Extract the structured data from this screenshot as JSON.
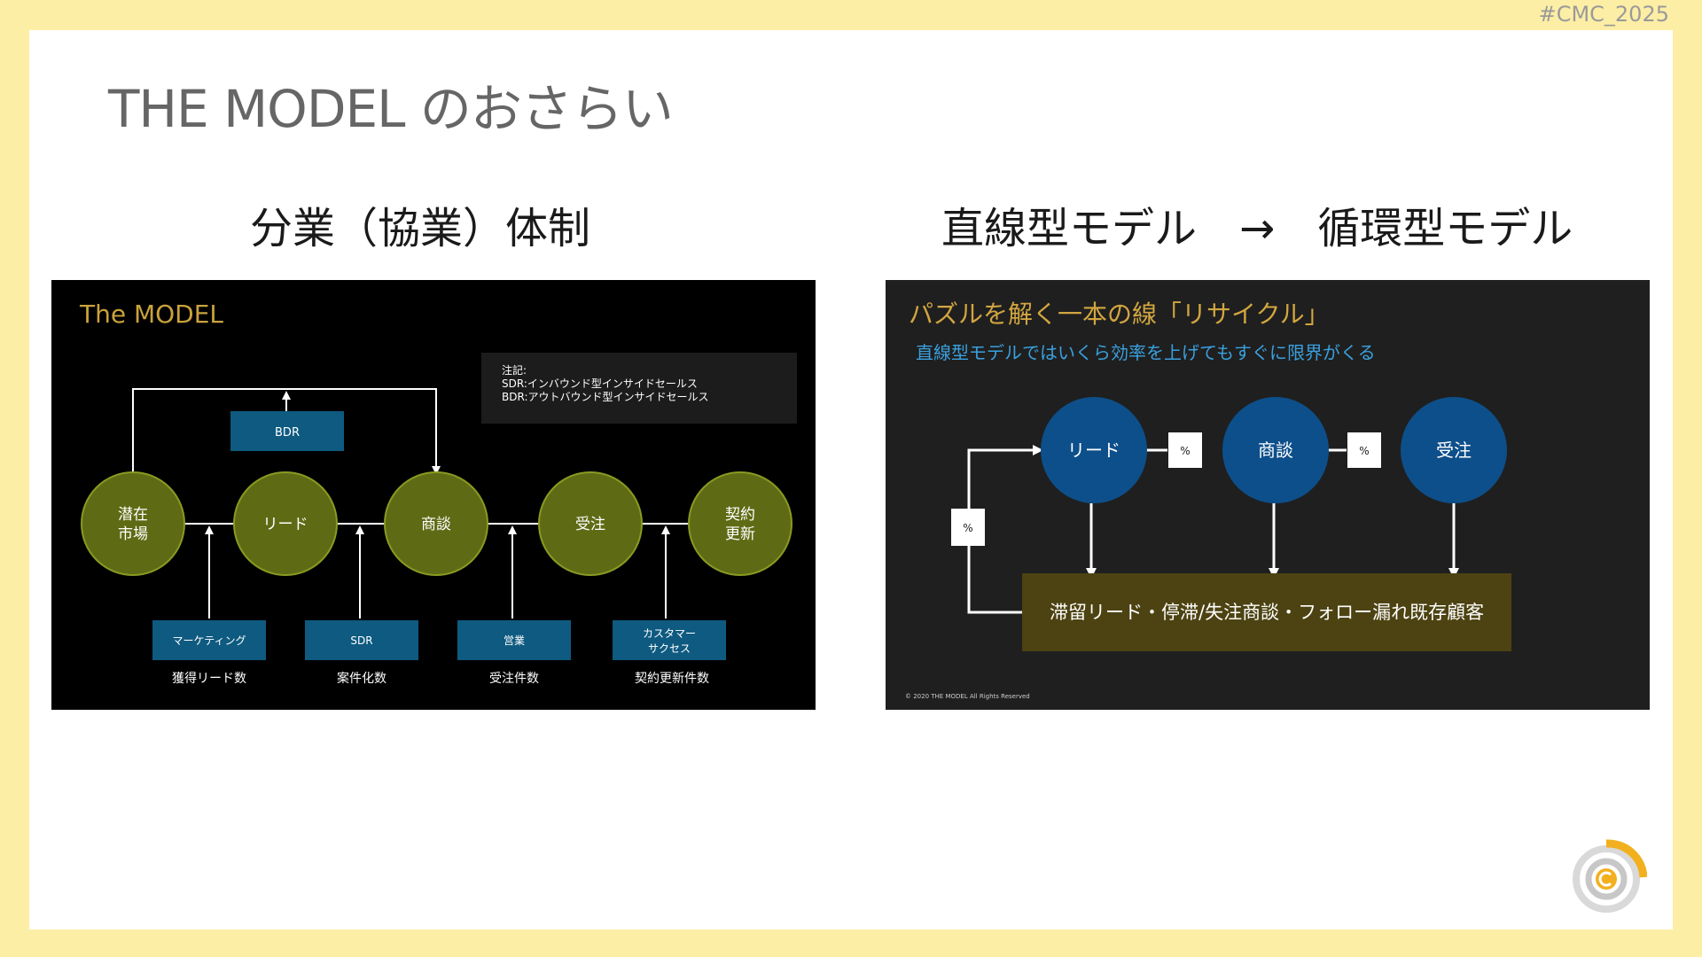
{
  "hashtag": "#CMC_2025",
  "slide_title": "THE MODEL のおさらい",
  "left_heading": "分業（協業）体制",
  "right_heading": "直線型モデル　→　循環型モデル",
  "left_diagram": {
    "title": "The MODEL",
    "note_lines": [
      "注記:",
      "SDR:インバウンド型インサイドセールス",
      "BDR:アウトバウンド型インサイドセールス"
    ],
    "bdr_label": "BDR",
    "stages": [
      {
        "line1": "潜在",
        "line2": "市場"
      },
      {
        "line1": "リード",
        "line2": ""
      },
      {
        "line1": "商談",
        "line2": ""
      },
      {
        "line1": "受注",
        "line2": ""
      },
      {
        "line1": "契約",
        "line2": "更新"
      }
    ],
    "teams": [
      {
        "line1": "マーケティング",
        "line2": "",
        "metric": "獲得リード数"
      },
      {
        "line1": "SDR",
        "line2": "",
        "metric": "案件化数"
      },
      {
        "line1": "営業",
        "line2": "",
        "metric": "受注件数"
      },
      {
        "line1": "カスタマー",
        "line2": "サクセス",
        "metric": "契約更新件数"
      }
    ],
    "colors": {
      "stage": "#5f6b14",
      "stage_border": "#8a9a22",
      "team": "#0e5a80",
      "title": "#c9a23a"
    }
  },
  "right_diagram": {
    "title": "パズルを解く一本の線「リサイクル」",
    "subtitle": "直線型モデルではいくら効率を上げてもすぐに限界がくる",
    "stages": [
      "リード",
      "商談",
      "受注"
    ],
    "percent_label": "%",
    "pool_label": "滞留リード・停滞/失注商談・フォロー漏れ既存顧客",
    "copyright": "© 2020 THE MODEL All Rights Reserved",
    "colors": {
      "stage": "#0d4f8a",
      "pool": "#4d4312",
      "title": "#d2a640",
      "subtitle": "#3aa0de"
    }
  }
}
